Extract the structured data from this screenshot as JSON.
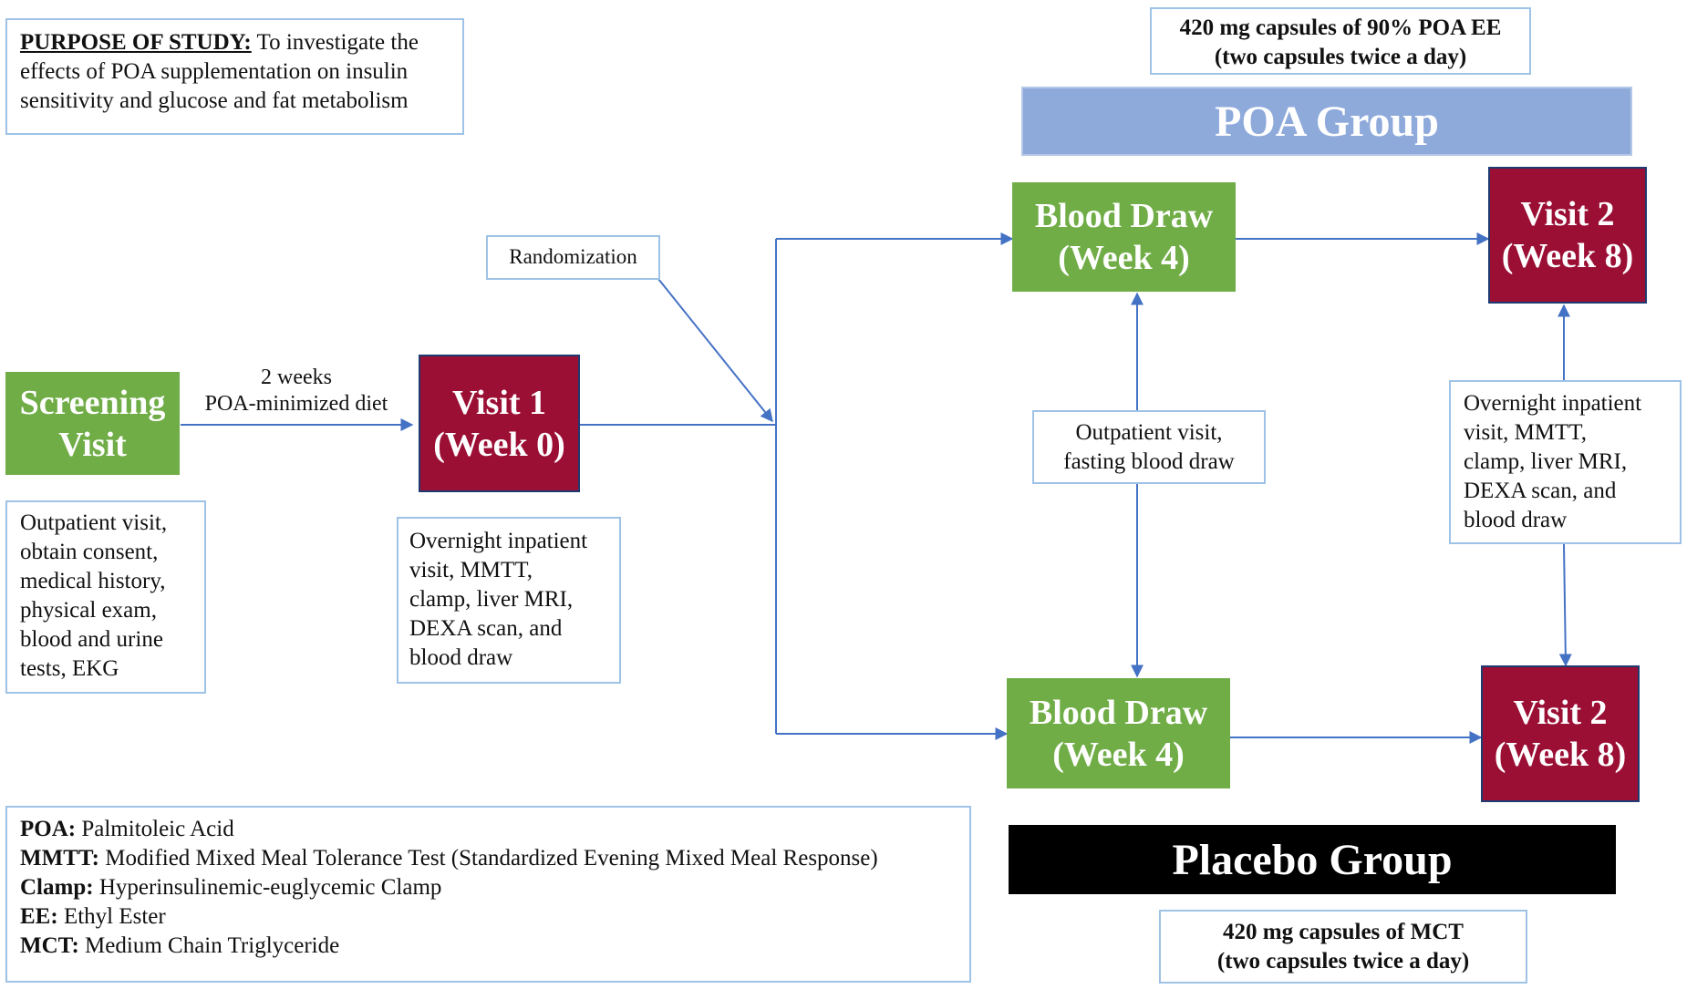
{
  "purpose": {
    "label": "PURPOSE OF STUDY:",
    "text_1": " To investigate the",
    "text_2": "effects of POA supplementation on insulin",
    "text_3": "sensitivity and glucose and fat metabolism"
  },
  "screening": {
    "line1": "Screening",
    "line2": "Visit"
  },
  "screening_note": [
    "Outpatient visit,",
    "obtain consent,",
    "medical history,",
    "physical exam,",
    "blood and urine",
    "tests, EKG"
  ],
  "diet": {
    "line1": "2 weeks",
    "line2": "POA-minimized diet"
  },
  "visit1": {
    "line1": "Visit 1",
    "line2": "(Week 0)"
  },
  "visit1_note": [
    "Overnight inpatient",
    "visit, MMTT,",
    "clamp, liver MRI,",
    "DEXA scan, and",
    "blood draw"
  ],
  "randomization": "Randomization",
  "poa_group": {
    "title": "POA Group",
    "supplement_1": "420 mg capsules of 90% POA EE",
    "supplement_2": "(two capsules twice a day)"
  },
  "placebo_group": {
    "title": "Placebo Group",
    "supplement_1": "420 mg capsules of MCT",
    "supplement_2": "(two capsules twice a day)"
  },
  "blood_draw": {
    "line1": "Blood Draw",
    "line2": "(Week 4)"
  },
  "visit2": {
    "line1": "Visit 2",
    "line2": "(Week 8)"
  },
  "outpatient_note": [
    "Outpatient visit,",
    "fasting blood draw"
  ],
  "visit2_note": [
    "Overnight inpatient",
    "visit, MMTT,",
    "clamp, liver MRI,",
    "DEXA scan, and",
    "blood draw"
  ],
  "legend": [
    {
      "term": "POA:",
      "def": " Palmitoleic Acid"
    },
    {
      "term": "MMTT:",
      "def": " Modified Mixed Meal Tolerance Test (Standardized Evening Mixed Meal Response)"
    },
    {
      "term": "Clamp:",
      "def": " Hyperinsulinemic-euglycemic Clamp"
    },
    {
      "term": "EE:",
      "def": " Ethyl Ester"
    },
    {
      "term": "MCT:",
      "def": " Medium Chain Triglyceride"
    }
  ],
  "colors": {
    "green": "#70ad47",
    "red": "#9b0f35",
    "poa_header": "#8eaadb",
    "placebo_header": "#000000",
    "arrow": "#4472c4",
    "outline": "#9fc3e6"
  }
}
